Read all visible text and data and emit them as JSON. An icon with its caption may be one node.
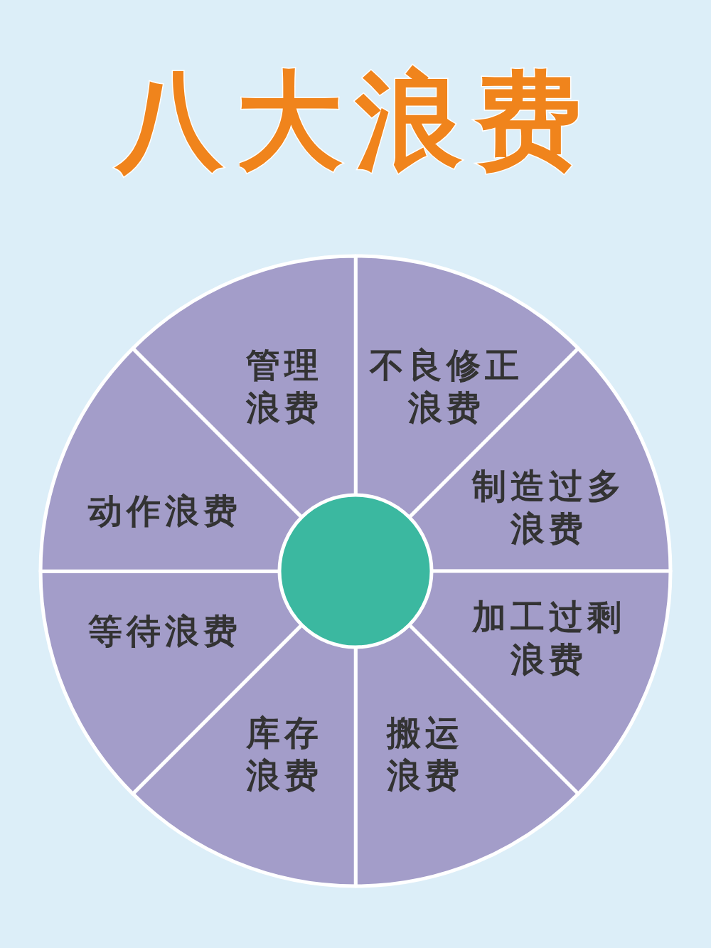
{
  "diagram": {
    "title": "八大浪费",
    "nodes": [
      {
        "text": [
          "不良修正浪费"
        ]
      },
      {
        "text": [
          "制造过多浪费"
        ]
      },
      {
        "text": [
          "加工过剩浪费"
        ]
      },
      {
        "text": [
          "搬运浪费"
        ]
      },
      {
        "text": [
          "库存浪费"
        ]
      },
      {
        "text": [
          "等待浪费"
        ]
      },
      {
        "text": [
          "动作浪费"
        ]
      },
      {
        "text": [
          "管理浪费"
        ]
      },
      {
        "text": [],
        "shape": "circle"
      }
    ],
    "edges": []
  }
}
